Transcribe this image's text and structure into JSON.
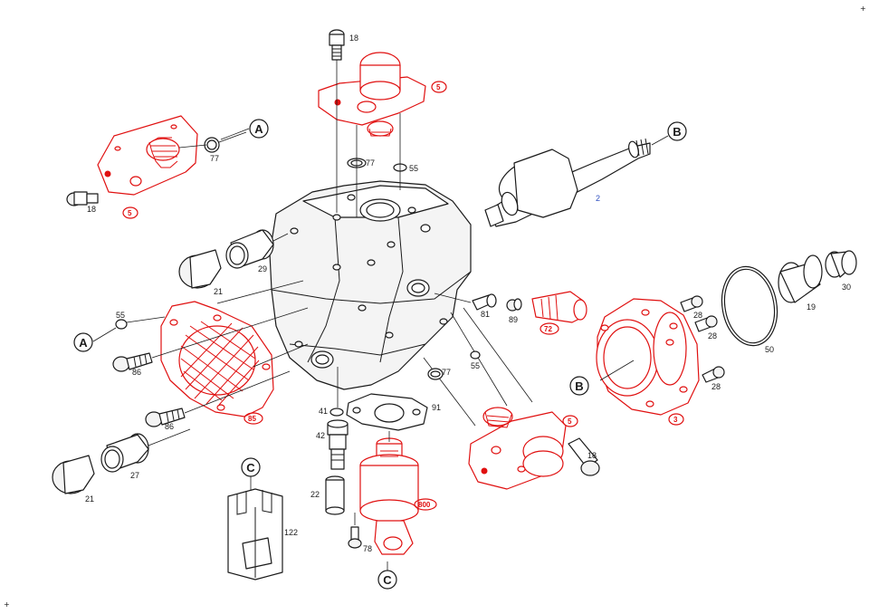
{
  "diagram": {
    "part_labels": {
      "n18_top": "18",
      "n5_top": "5",
      "n77_top": "77",
      "n55_top": "55",
      "n5_left": "5",
      "n77_left": "77",
      "n18_left": "18",
      "n2": "2",
      "n29": "29",
      "n21_upper": "21",
      "n55_left": "55",
      "n86_upper": "86",
      "n85": "85",
      "n86_lower": "86",
      "n27": "27",
      "n21_lower": "21",
      "n81": "81",
      "n89": "89",
      "n72": "72",
      "n55_mid": "55",
      "n77_mid": "77",
      "n41": "41",
      "n91": "91",
      "n42": "42",
      "n22": "22",
      "n800": "800",
      "n78": "78",
      "n122": "122",
      "n5_right": "5",
      "n18_right": "18",
      "n28_a": "28",
      "n28_b": "28",
      "n28_c": "28",
      "n50": "50",
      "n19": "19",
      "n30": "30",
      "n3": "3"
    },
    "callouts": {
      "a_upper": "A",
      "a_lower": "A",
      "b_upper": "B",
      "b_lower": "B",
      "c_upper": "C",
      "c_lower": "C"
    },
    "corner_marks": {
      "top_right": "+",
      "bottom_left": "+"
    },
    "colors": {
      "line": "#1a1a1a",
      "highlight": "#e01010",
      "part2": "#3050c0",
      "background": "#ffffff"
    }
  }
}
